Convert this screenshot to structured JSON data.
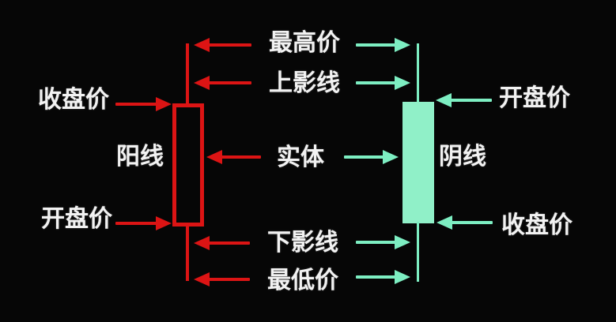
{
  "diagram": {
    "description": "candlestick-anatomy-diagram",
    "left_candle": {
      "type_label": "阳线",
      "close_label": "收盘价",
      "open_label": "开盘价"
    },
    "right_candle": {
      "type_label": "阴线",
      "open_label": "开盘价",
      "close_label": "收盘价"
    },
    "center_labels": {
      "highest": "最高价",
      "upper_shadow": "上影线",
      "body": "实体",
      "lower_shadow": "下影线",
      "lowest": "最低价"
    }
  },
  "colors": {
    "red": "#dc1414",
    "cyan": "#7deec2",
    "green_fill": "#90f0c8",
    "text": "#f2f2f2",
    "bg": "#060606"
  }
}
